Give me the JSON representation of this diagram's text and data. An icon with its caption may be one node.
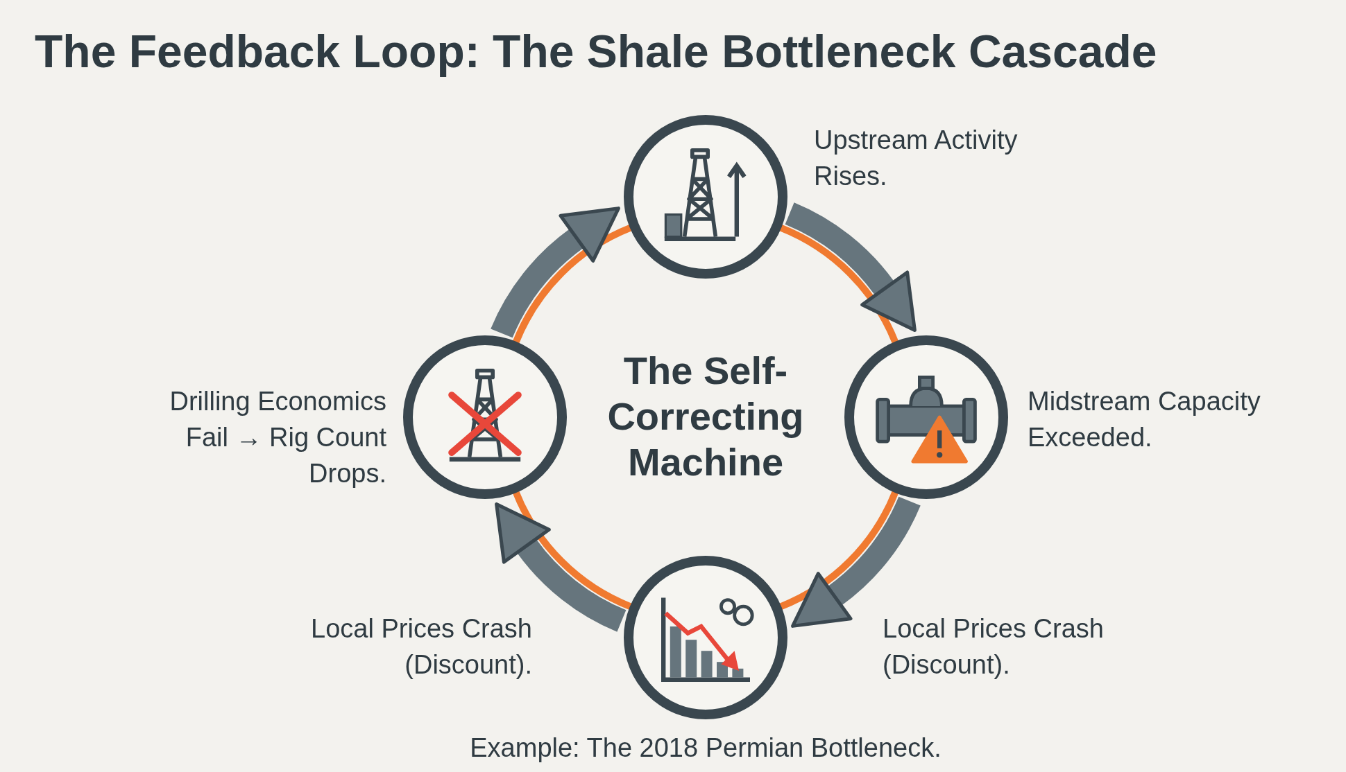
{
  "diagram": {
    "title": "The Feedback Loop: The Shale Bottleneck Cascade",
    "caption": "Example: The 2018 Permian Bottleneck.",
    "nodes": [
      {
        "text": [],
        "shape": "circle",
        "beside": [
          "Upstream Activity Rises."
        ]
      },
      {
        "text": [],
        "shape": "circle",
        "beside": [
          "Midstream Capacity Exceeded."
        ]
      },
      {
        "text": [],
        "shape": "circle",
        "beside": [
          "Local Prices Crash (Discount).",
          "Local Prices Crash (Discount)."
        ]
      },
      {
        "text": [],
        "shape": "circle",
        "beside": [
          "Drilling Economics Fail → Rig Count Drops."
        ]
      }
    ],
    "edges": [
      {
        "from": 0,
        "to": 1,
        "arrow": "to"
      },
      {
        "from": 1,
        "to": 2,
        "arrow": "to"
      },
      {
        "from": 2,
        "to": 3,
        "arrow": "to"
      },
      {
        "from": 3,
        "to": 0,
        "arrow": "to"
      }
    ],
    "labels": [
      "The Self-Correcting Machine"
    ]
  }
}
